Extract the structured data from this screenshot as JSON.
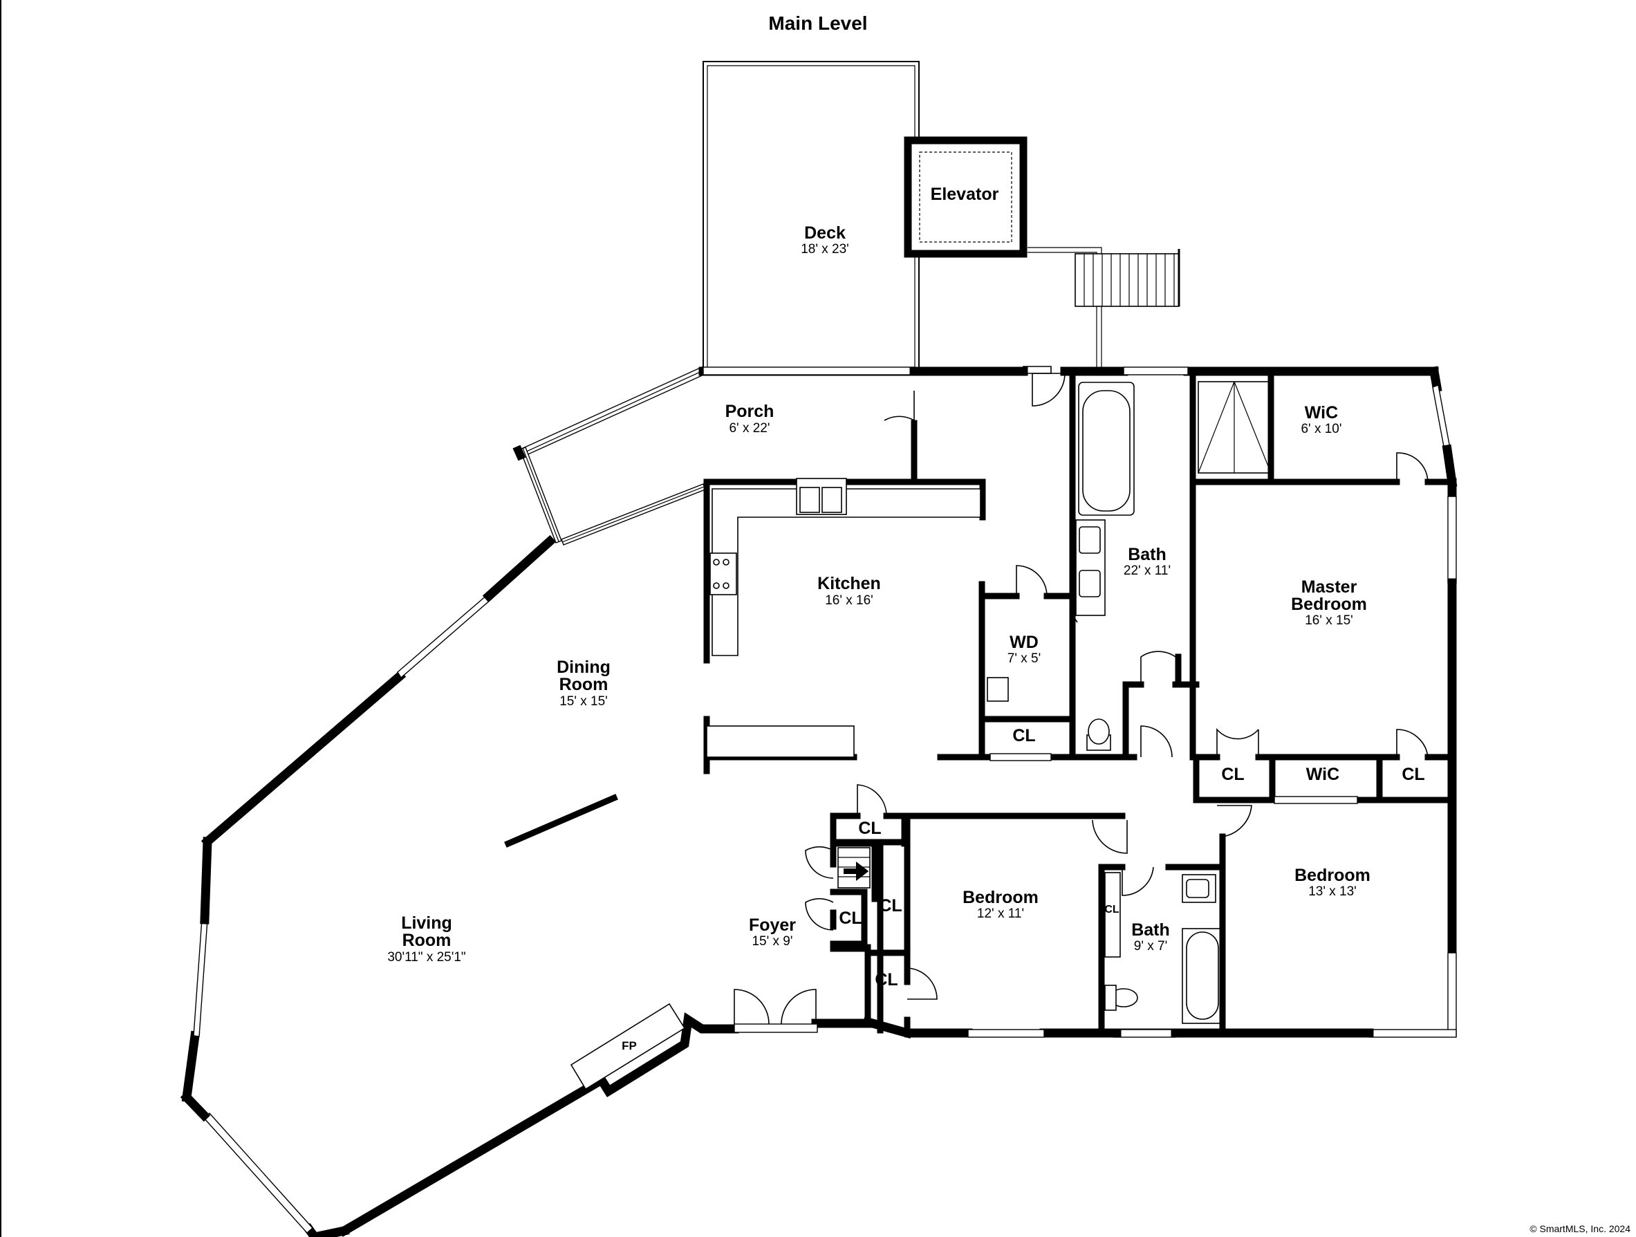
{
  "title": "Main Level",
  "credit": "© SmartMLS, Inc. 2024",
  "fireplace_label": "FP",
  "rooms": {
    "deck": {
      "name": "Deck",
      "dims": "18' x 23'"
    },
    "elevator": {
      "name": "Elevator"
    },
    "porch": {
      "name": "Porch",
      "dims": "6' x 22'"
    },
    "kitchen": {
      "name": "Kitchen",
      "dims": "16' x 16'"
    },
    "dining": {
      "name1": "Dining",
      "name2": "Room",
      "dims": "15' x 15'"
    },
    "living": {
      "name1": "Living",
      "name2": "Room",
      "dims": "30'11\" x 25'1\""
    },
    "wd": {
      "name": "WD",
      "dims": "7' x 5'"
    },
    "bath_main": {
      "name": "Bath",
      "dims": "22' x 11'"
    },
    "wic_master": {
      "name": "WiC",
      "dims": "6' x 10'"
    },
    "master": {
      "name1": "Master",
      "name2": "Bedroom",
      "dims": "16' x 15'"
    },
    "foyer": {
      "name": "Foyer",
      "dims": "15' x 9'"
    },
    "bedroom_center": {
      "name": "Bedroom",
      "dims": "12' x 11'"
    },
    "bath_small": {
      "name": "Bath",
      "dims": "9' x 7'"
    },
    "bedroom_right": {
      "name": "Bedroom",
      "dims": "13' x 13'"
    }
  },
  "closets": {
    "cl_wd": "CL",
    "cl_hall_1": "CL",
    "wic_hall": "WiC",
    "cl_hall_2": "CL",
    "cl_foyer_top": "CL",
    "cl_foyer_mid": "CL",
    "cl_foyer_side": "CL",
    "cl_foyer_bottom": "CL",
    "cl_bath": "CL"
  }
}
